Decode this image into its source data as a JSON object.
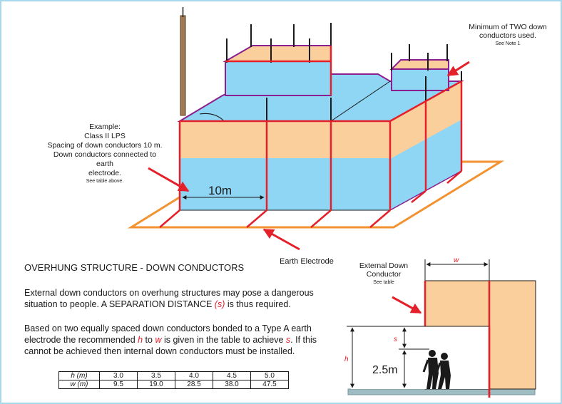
{
  "diagram": {
    "dimension_10m": "10m",
    "example_lines": [
      "Example:",
      "Class II LPS",
      "Spacing of down conductors 10 m.",
      "Down conductors connected to earth",
      "electrode."
    ],
    "example_note": "See table above.",
    "minimum_lines": [
      "Minimum of TWO down",
      "conductors used."
    ],
    "minimum_note": "See Note 1",
    "earth_electrode_label": "Earth Electrode",
    "external_down_lines": [
      "External Down",
      "Conductor"
    ],
    "external_down_note": "See table",
    "w_label": "w",
    "s_label": "s",
    "h_label": "h",
    "height_label": "2.5m"
  },
  "section": {
    "heading": "OVERHUNG STRUCTURE - DOWN CONDUCTORS",
    "para1_a": "External down conductors on overhung structures may pose a dangerous situation to people. A SEPARATION DISTANCE ",
    "para1_s": "(s)",
    "para1_b": " is thus required.",
    "para2_a": "Based on two equally spaced down conductors bonded to a Type A earth electrode the recommended ",
    "para2_h": "h",
    "para2_to": " to ",
    "para2_w": "w",
    "para2_b": " is given in the table to achieve ",
    "para2_s": "s",
    "para2_c": ". If this cannot be achieved then internal down conductors must be installed."
  },
  "table": {
    "h_header": "h (m)",
    "w_header": "w (m)",
    "h_values": [
      "3.0",
      "3.5",
      "4.0",
      "4.5",
      "5.0"
    ],
    "w_values": [
      "9.5",
      "19.0",
      "28.5",
      "38.0",
      "47.5"
    ]
  },
  "colors": {
    "wall_blue": "#8fd6f4",
    "roof_orange": "#fbcf9c",
    "conductor_red": "#e4202a",
    "edge_purple": "#8b1f8f",
    "earth_orange": "#f29230",
    "frame_border": "#a9d8ec"
  }
}
